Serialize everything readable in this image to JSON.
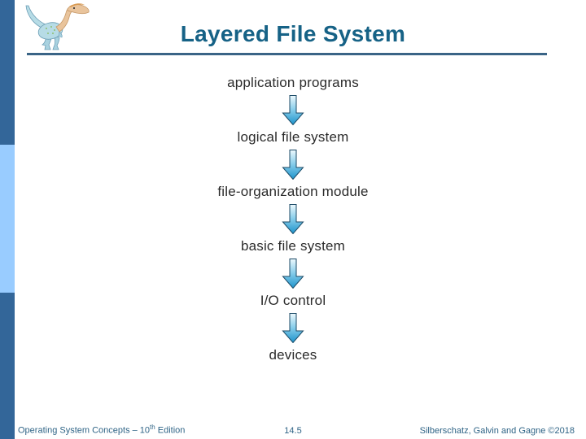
{
  "slide": {
    "title": "Layered File System",
    "page_number": "14.5",
    "footer_left_prefix": "Operating System Concepts – 10",
    "footer_left_sup": "th",
    "footer_left_suffix": " Edition",
    "footer_right": "Silberschatz, Galvin and Gagne ©2018"
  },
  "diagram": {
    "type": "layered-stack",
    "flow_direction": "top-to-bottom",
    "layers": [
      {
        "label": "application programs"
      },
      {
        "label": "logical file system"
      },
      {
        "label": "file-organization module"
      },
      {
        "label": "basic file system"
      },
      {
        "label": "I/O control"
      },
      {
        "label": "devices"
      }
    ],
    "connector": "down-arrow"
  },
  "colors": {
    "sidebar_dark_blue": "#336699",
    "sidebar_light_blue": "#99ccff",
    "title_blue": "#166286",
    "rule_blue": "#3a6486",
    "footer_blue": "#2f6486",
    "label_text": "#2b2b2b",
    "arrow_gradient_light": "#eef9fd",
    "arrow_gradient_dark": "#1d94cc",
    "arrow_outline": "#1b4a66"
  },
  "icons": {
    "logo": "dinosaur-logo",
    "connector": "down-arrow-icon"
  }
}
